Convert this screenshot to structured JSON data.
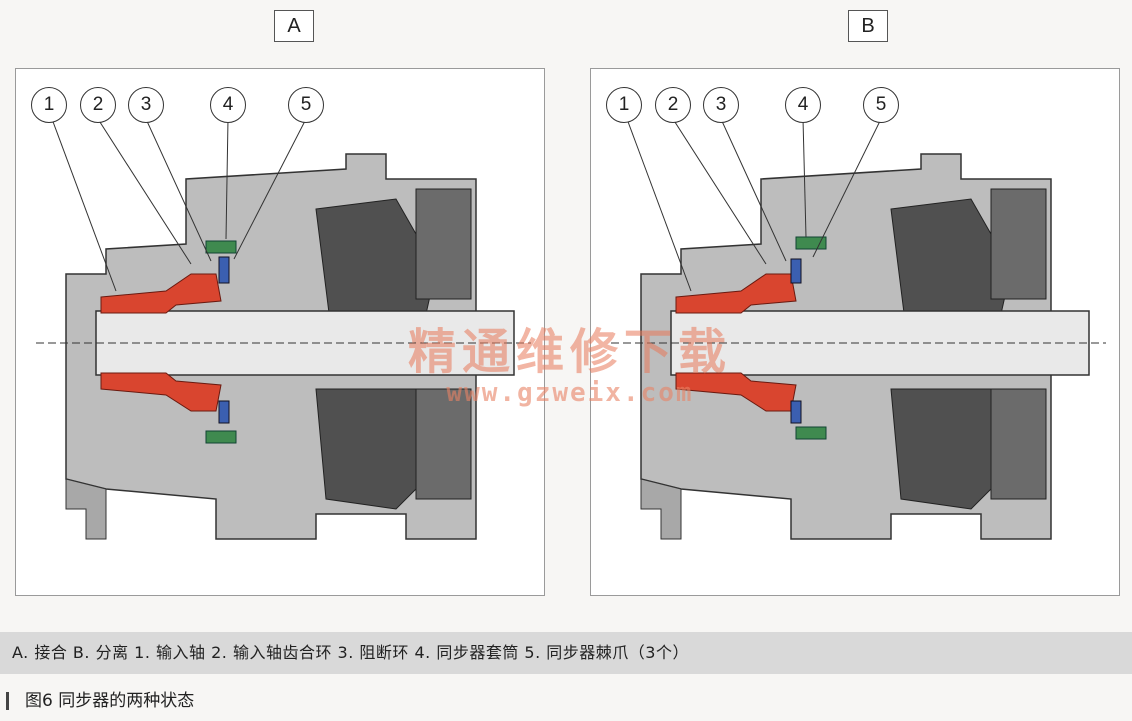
{
  "panels": [
    {
      "label": "A",
      "callouts": [
        "1",
        "2",
        "3",
        "4",
        "5"
      ]
    },
    {
      "label": "B",
      "callouts": [
        "1",
        "2",
        "3",
        "4",
        "5"
      ]
    }
  ],
  "watermark": {
    "title": "精通维修下载",
    "url": "www.gzweix.com"
  },
  "caption": "A. 接合  B. 分离  1. 输入轴  2. 输入轴齿合环  3. 阻断环  4. 同步器套筒  5. 同步器棘爪（3个）",
  "figure_title": "图6   同步器的两种状态",
  "colors": {
    "input_shaft": "#d9452f",
    "sleeve": "#3f8a4f",
    "pawl": "#3b5fb0",
    "housing": "#8c8c8c",
    "dark_gear": "#505050"
  }
}
